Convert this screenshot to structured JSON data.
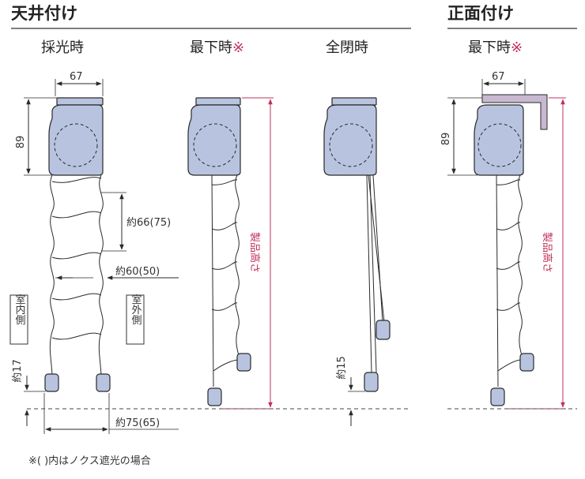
{
  "sections": {
    "ceiling_mount": "天井付け",
    "front_mount": "正面付け"
  },
  "subtitles": {
    "lighting": "採光時",
    "lowest_1": "最下時",
    "lowest_1_mark": "※",
    "closed": "全閉時",
    "lowest_2": "最下時",
    "lowest_2_mark": "※"
  },
  "dimensions": {
    "width_67_a": "67",
    "width_67_b": "67",
    "height_89_a": "89",
    "height_89_b": "89",
    "pitch_66": "約66(75)",
    "gap_60": "約60(50)",
    "bottom_17": "約17",
    "bottom_15": "約15",
    "depth_75": "約75(65)"
  },
  "labels": {
    "indoor": "室内側",
    "outdoor": "室外側",
    "product_height_1": "製品高さ",
    "product_height_2": "製品高さ"
  },
  "footnote": "※( )内はノクス遮光の場合",
  "colors": {
    "housing": "#b8c4df",
    "accent_red": "#c0305a",
    "line": "#2a2a2a"
  }
}
